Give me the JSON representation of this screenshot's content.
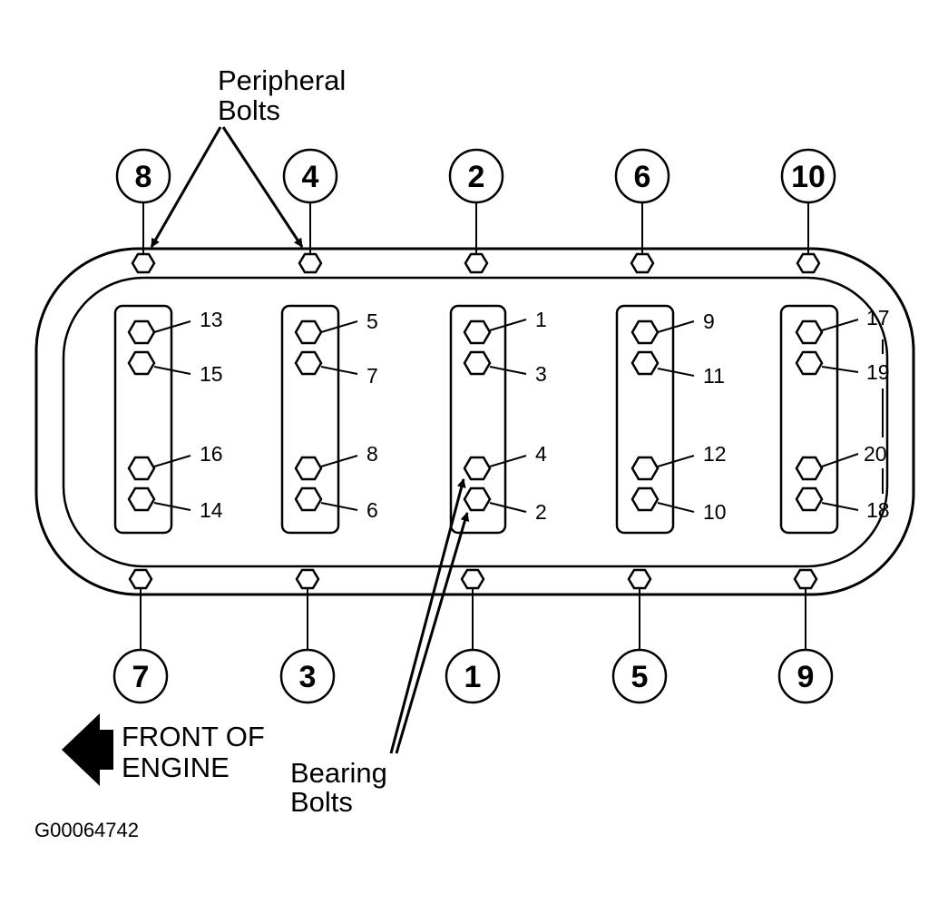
{
  "labels": {
    "peripheral_line1": "Peripheral",
    "peripheral_line2": "Bolts",
    "bearing_line1": "Bearing",
    "bearing_line2": "Bolts",
    "front_line1": "FRONT OF",
    "front_line2": "ENGINE",
    "figure_id": "G00064742"
  },
  "peripheral_bolts": {
    "top": [
      "8",
      "4",
      "2",
      "6",
      "10"
    ],
    "bottom": [
      "7",
      "3",
      "1",
      "5",
      "9"
    ]
  },
  "bearing_caps": [
    {
      "bolts": [
        "13",
        "15",
        "16",
        "14"
      ]
    },
    {
      "bolts": [
        "5",
        "7",
        "8",
        "6"
      ]
    },
    {
      "bolts": [
        "1",
        "3",
        "4",
        "2"
      ]
    },
    {
      "bolts": [
        "9",
        "11",
        "12",
        "10"
      ]
    },
    {
      "bolts": [
        "17",
        "19",
        "20",
        "18"
      ]
    }
  ],
  "colors": {
    "ink": "#000000",
    "paper": "#ffffff"
  }
}
